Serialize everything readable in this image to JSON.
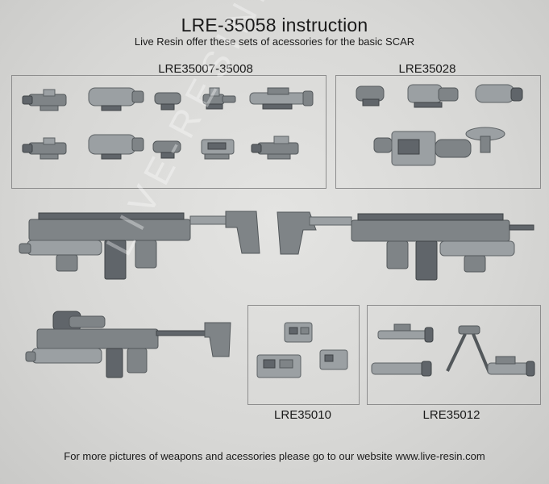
{
  "header": {
    "title": "LRE-35058 instruction",
    "subtitle": "Live Resin offer these sets of acessories for the basic SCAR"
  },
  "sets": {
    "optics": "LRE35007-35008",
    "sights": "LRE35028",
    "lasers": "LRE35010",
    "lights": "LRE35012"
  },
  "footer": {
    "text": "For more pictures of weapons and acessories please go to our website www.live-resin.com"
  },
  "watermark": {
    "text": "LIVE-RESIN.COM"
  }
}
